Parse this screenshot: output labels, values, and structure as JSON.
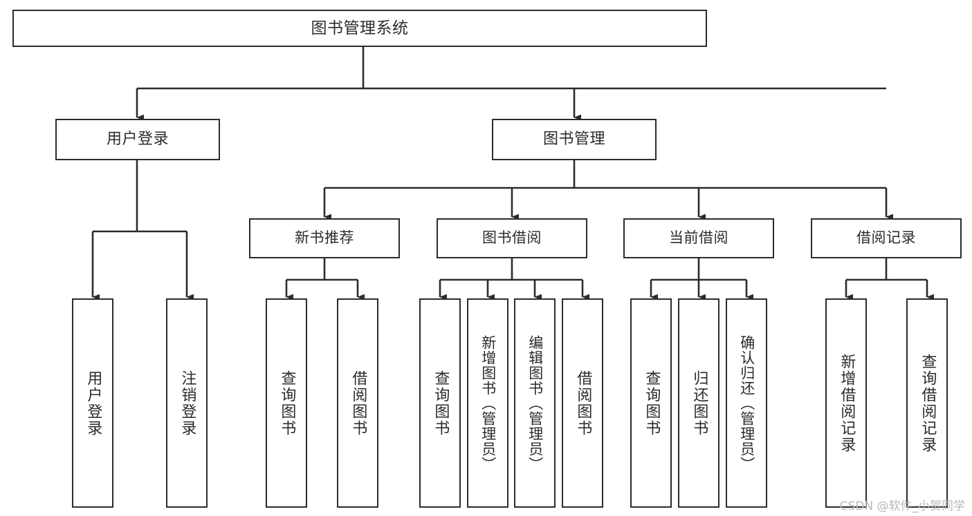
{
  "diagram": {
    "title": "图书管理系统",
    "type": "tree-hierarchy",
    "stroke_color": "#2b2b2b",
    "fill_color": "#ffffff",
    "nodes": {
      "root": {
        "label": "图书管理系统"
      },
      "level1": [
        {
          "id": "user-login",
          "label": "用户登录"
        },
        {
          "id": "book-manage",
          "label": "图书管理"
        }
      ],
      "level2": [
        {
          "id": "new-book-rec",
          "label": "新书推荐"
        },
        {
          "id": "book-borrow",
          "label": "图书借阅"
        },
        {
          "id": "current-borrow",
          "label": "当前借阅"
        },
        {
          "id": "borrow-record",
          "label": "借阅记录"
        }
      ],
      "leaves": [
        {
          "id": "leaf-user-login",
          "label": "用户登录"
        },
        {
          "id": "leaf-user-logout",
          "label": "注销登录"
        },
        {
          "id": "leaf-query-book-1",
          "label": "查询图书"
        },
        {
          "id": "leaf-borrow-book-1",
          "label": "借阅图书"
        },
        {
          "id": "leaf-query-book-2",
          "label": "查询图书"
        },
        {
          "id": "leaf-add-book",
          "label": "新增图书（管理员）"
        },
        {
          "id": "leaf-edit-book",
          "label": "编辑图书（管理员）"
        },
        {
          "id": "leaf-borrow-book-2",
          "label": "借阅图书"
        },
        {
          "id": "leaf-query-book-3",
          "label": "查询图书"
        },
        {
          "id": "leaf-return-book",
          "label": "归还图书"
        },
        {
          "id": "leaf-confirm-return",
          "label": "确认归还（管理员）"
        },
        {
          "id": "leaf-add-record",
          "label": "新增借阅记录"
        },
        {
          "id": "leaf-query-record",
          "label": "查询借阅记录"
        }
      ]
    }
  },
  "watermark": {
    "text": "CSDN @软件_小贺同学"
  }
}
